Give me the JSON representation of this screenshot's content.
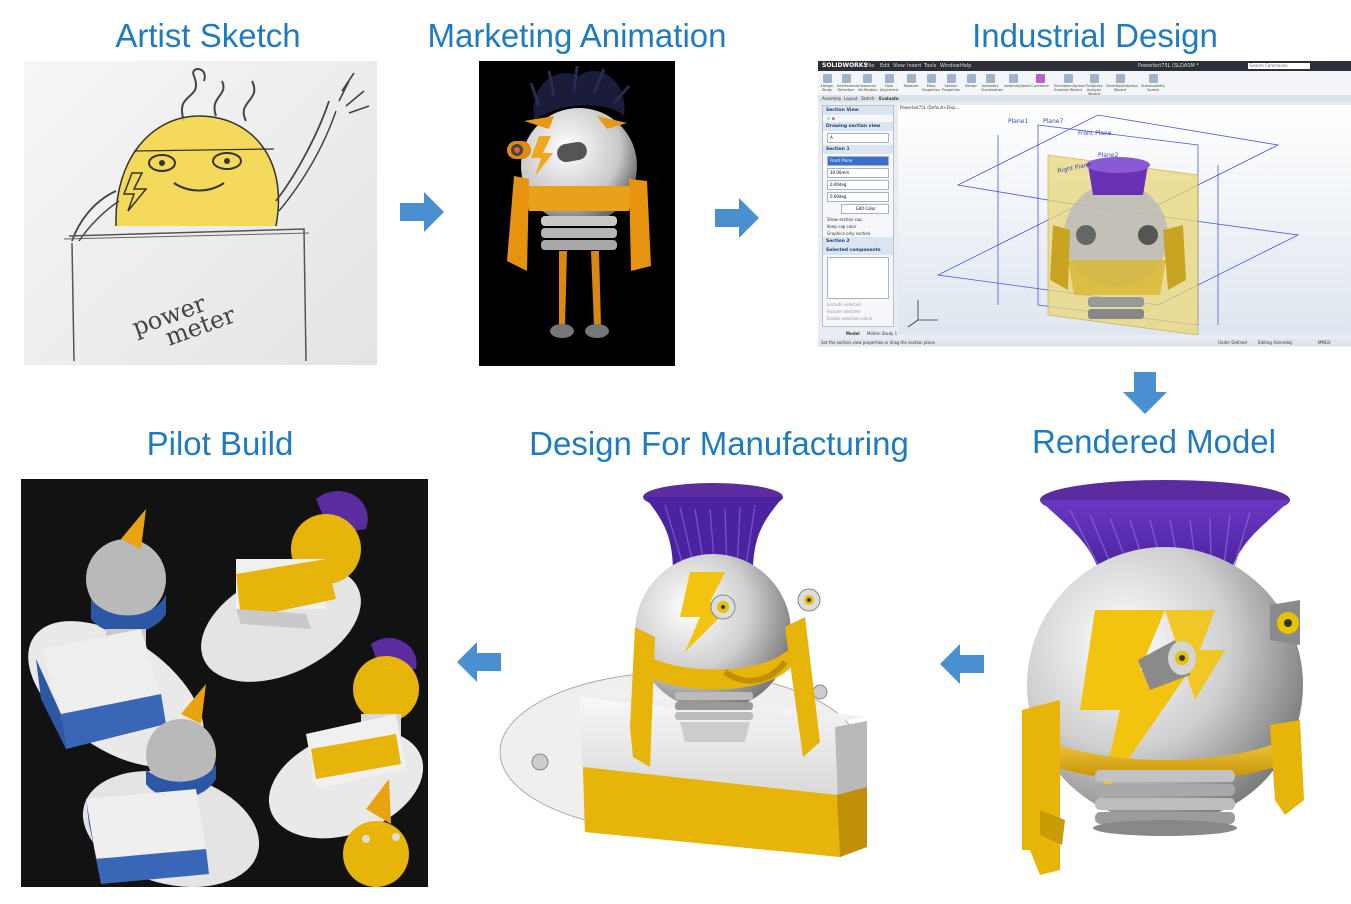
{
  "stages": {
    "artist_sketch": {
      "title": "Artist Sketch",
      "sketch_text_1": "power",
      "sketch_text_2": "meter"
    },
    "marketing_animation": {
      "title": "Marketing Animation"
    },
    "industrial_design": {
      "title": "Industrial Design",
      "software": {
        "logo": "SOLIDWORKS",
        "menu": [
          "File",
          "Edit",
          "View",
          "Insert",
          "Tools",
          "Window",
          "Help"
        ],
        "file_name": "Powerbot75L (SLDASM *",
        "search_placeholder": "Search Commands",
        "ribbon": [
          "Design Study",
          "Interference Detection",
          "Clearance Verification",
          "Hole Alignment",
          "Measure",
          "Mass Properties",
          "Section Properties",
          "Sensor",
          "Assembly Visualization",
          "AssemblyXpert",
          "Curvature",
          "SimulationXpress Analysis Wizard",
          "FloXpress Analysis Wizard",
          "DriveWorksXpress Wizard",
          "Sustainability Xpress"
        ],
        "tabs": [
          "Assembly",
          "Layout",
          "Sketch",
          "Evaluate"
        ],
        "tree_item": "Powerbot75L (Default<Disp...",
        "property_manager": {
          "title": "Section View",
          "drawing_section": "Drawing section view",
          "section_1": "Section 1",
          "plane": "Front Plane",
          "distance": "34.00mm",
          "angle_1": "0.00deg",
          "angle_2": "0.00deg",
          "edit_color": "Edit Color",
          "show_cap": "Show section cap",
          "keep_cap": "Keep cap color",
          "graphics_only": "Graphics-only section",
          "section_2": "Section 2",
          "selected_components": "Selected components",
          "exclude_selected": "Exclude selected",
          "include_selected": "Include selected",
          "enable_planes": "Enable selection plane"
        },
        "planes": [
          "Plane1",
          "Plane7",
          "Front Plane",
          "Plane2",
          "Right Plane"
        ],
        "bottom_tabs": [
          "Model",
          "Motion Study 1"
        ],
        "status_left": "Set the section view properties or drag the section plane",
        "status_mid": "Under Defined",
        "status_right": "Editing Assembly",
        "status_far": "MMGS"
      }
    },
    "rendered_model": {
      "title": "Rendered Model"
    },
    "design_for_manufacturing": {
      "title": "Design For Manufacturing"
    },
    "pilot_build": {
      "title": "Pilot Build"
    }
  },
  "colors": {
    "title": "#1f7bc1",
    "arrow": "#4a90d0",
    "bolt": "#f2c40f",
    "gold": "#e7b409",
    "purple": "#5a2ca0",
    "blue_unit": "#2c56a6"
  }
}
